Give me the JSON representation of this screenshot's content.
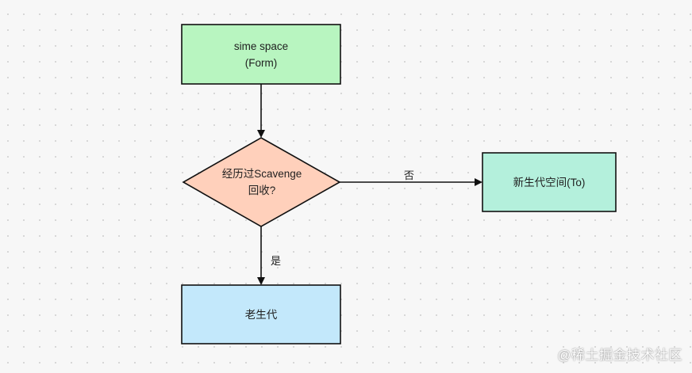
{
  "nodes": {
    "form": {
      "text": "sime space\n(Form)",
      "fill": "#b8f5c0",
      "shape": "rectangle"
    },
    "decision": {
      "text": "经历过Scavenge\n回收?",
      "fill": "#ffd0bb",
      "shape": "diamond"
    },
    "to": {
      "text": "新生代空间(To)",
      "fill": "#b4f0dc",
      "shape": "rectangle"
    },
    "old": {
      "text": "老生代",
      "fill": "#c3e8fb",
      "shape": "rectangle"
    }
  },
  "edges": {
    "no_label": "否",
    "yes_label": "是"
  },
  "colors": {
    "stroke": "#111111",
    "background": "#f7f7f7",
    "grid_dot": "#cfcfcf"
  },
  "watermark": "@稀土掘金技术社区"
}
